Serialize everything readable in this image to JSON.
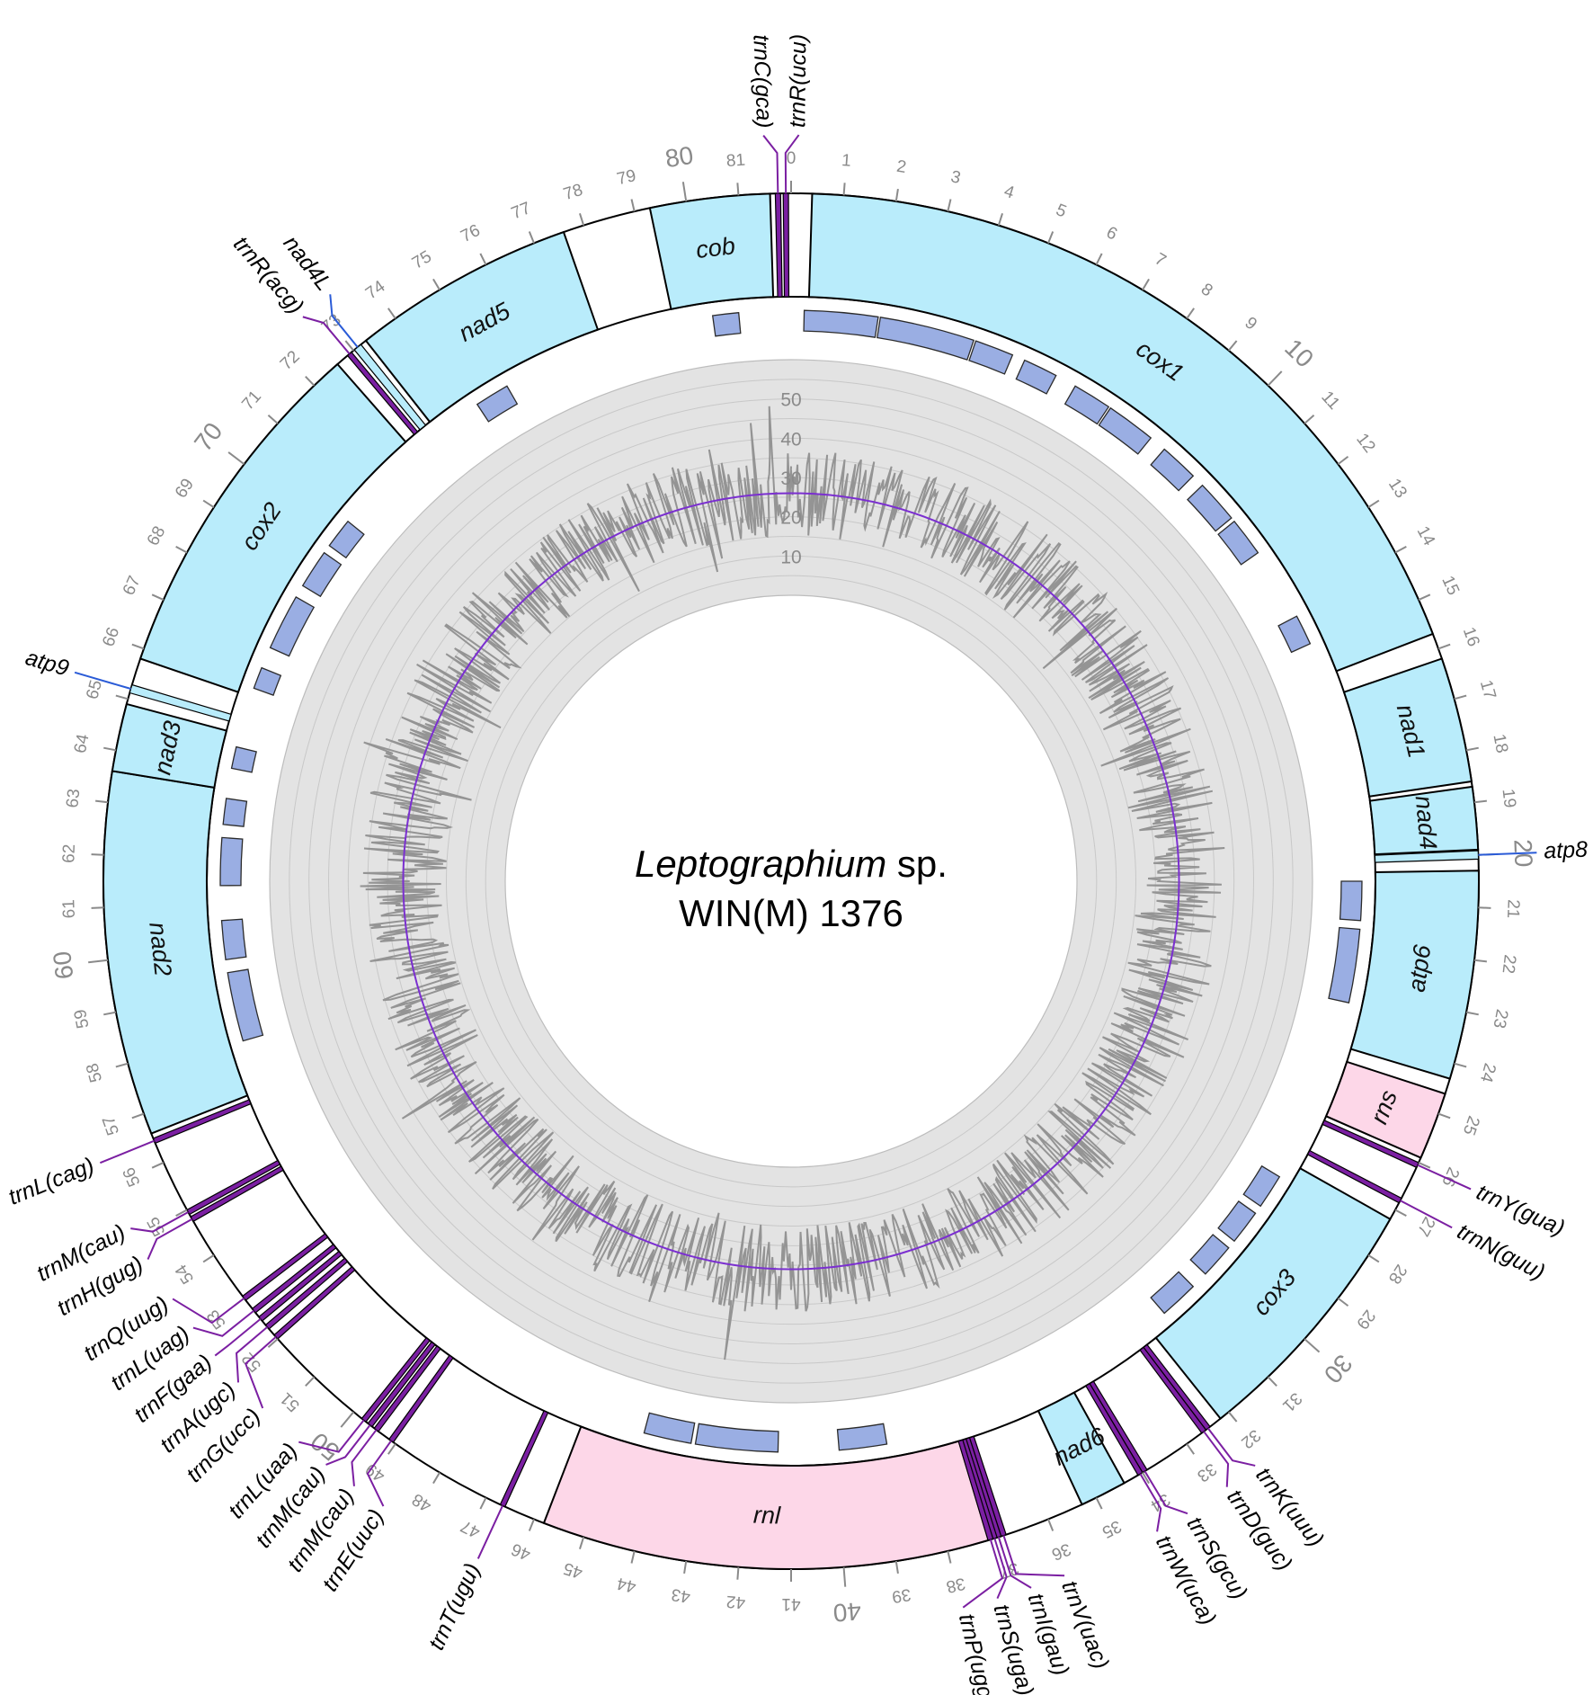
{
  "title": {
    "genus": "Leptographium",
    "suffix": " sp.",
    "strain": "WIN(M) 1376"
  },
  "colors": {
    "protein": "#b9ecfb",
    "rrna": "#fdd7e8",
    "trna_line": "#7b1fa2",
    "orf_line": "#2a5bd7",
    "orf_box": "#9aaee3",
    "gc_ring": "#e3e3e3",
    "gc_line": "#949494",
    "mean_line": "#7b2fd0"
  },
  "map": {
    "total_kb": 82,
    "major_ticks": [
      10,
      20,
      30,
      40,
      50,
      60,
      70,
      80
    ],
    "gc_ring_labels": [
      "50",
      "40",
      "30",
      "20",
      "10"
    ],
    "gc_mean_percent": 26
  },
  "genes": [
    {
      "name": "cox1",
      "start": 0.4,
      "end": 15.7,
      "type": "protein"
    },
    {
      "name": "nad1",
      "start": 16.2,
      "end": 18.6,
      "type": "protein"
    },
    {
      "name": "nad4",
      "start": 18.7,
      "end": 19.9,
      "type": "protein"
    },
    {
      "name": "atp6",
      "start": 20.3,
      "end": 24.3,
      "type": "protein"
    },
    {
      "name": "rns",
      "start": 24.6,
      "end": 25.9,
      "type": "rrna"
    },
    {
      "name": "cox3",
      "start": 27.2,
      "end": 32.2,
      "type": "protein"
    },
    {
      "name": "nad6",
      "start": 34.4,
      "end": 35.3,
      "type": "protein"
    },
    {
      "name": "rnl",
      "start": 37.2,
      "end": 45.8,
      "type": "rrna"
    },
    {
      "name": "nad2",
      "start": 56.6,
      "end": 63.6,
      "type": "protein"
    },
    {
      "name": "nad3",
      "start": 63.6,
      "end": 64.9,
      "type": "protein"
    },
    {
      "name": "cox2",
      "start": 65.8,
      "end": 72.6,
      "type": "protein"
    },
    {
      "name": "nad5",
      "start": 73.3,
      "end": 77.6,
      "type": "protein"
    },
    {
      "name": "cob",
      "start": 79.3,
      "end": 81.6,
      "type": "protein"
    }
  ],
  "orfs": [
    {
      "name": "atp8",
      "pos": 20.0
    },
    {
      "name": "atp9",
      "pos": 65.2
    },
    {
      "name": "nad4L",
      "pos": 73.1
    }
  ],
  "trnas": [
    {
      "name": "trnC(gca)",
      "pos": 81.75
    },
    {
      "name": "trnR(ucu)",
      "pos": 81.9
    },
    {
      "name": "trnY(gua)",
      "pos": 26.05
    },
    {
      "name": "trnN(guu)",
      "pos": 26.8
    },
    {
      "name": "trnK(uuu)",
      "pos": 32.5
    },
    {
      "name": "trnD(guc)",
      "pos": 32.6
    },
    {
      "name": "trnS(gcu)",
      "pos": 33.95
    },
    {
      "name": "trnW(uca)",
      "pos": 34.05
    },
    {
      "name": "trnV(uac)",
      "pos": 36.9
    },
    {
      "name": "trnI(gau)",
      "pos": 37.0
    },
    {
      "name": "trnS(uga)",
      "pos": 37.08
    },
    {
      "name": "trnP(ugg)",
      "pos": 37.16
    },
    {
      "name": "trnT(ugu)",
      "pos": 46.65
    },
    {
      "name": "trnE(uuc)",
      "pos": 49.1
    },
    {
      "name": "trnM(cau)",
      "pos": 49.45
    },
    {
      "name": "trnM(cau)",
      "pos": 49.6
    },
    {
      "name": "trnL(uaa)",
      "pos": 49.75
    },
    {
      "name": "trnG(ucc)",
      "pos": 52.05
    },
    {
      "name": "trnA(ugc)",
      "pos": 52.3
    },
    {
      "name": "trnF(gaa)",
      "pos": 52.5
    },
    {
      "name": "trnL(uag)",
      "pos": 52.7
    },
    {
      "name": "trnQ(uug)",
      "pos": 53.0
    },
    {
      "name": "trnH(gug)",
      "pos": 54.8
    },
    {
      "name": "trnM(cau)",
      "pos": 54.95
    },
    {
      "name": "trnL(cag)",
      "pos": 56.45
    },
    {
      "name": "trnR(acg)",
      "pos": 72.9
    }
  ],
  "introns": [
    {
      "start": 0.3,
      "end": 2.0
    },
    {
      "start": 2.05,
      "end": 4.25
    },
    {
      "start": 4.3,
      "end": 5.2
    },
    {
      "start": 5.5,
      "end": 6.3
    },
    {
      "start": 6.8,
      "end": 7.7
    },
    {
      "start": 7.75,
      "end": 8.9
    },
    {
      "start": 9.3,
      "end": 10.2
    },
    {
      "start": 10.5,
      "end": 11.5
    },
    {
      "start": 11.6,
      "end": 12.5
    },
    {
      "start": 14.2,
      "end": 14.9
    },
    {
      "start": 20.5,
      "end": 21.4
    },
    {
      "start": 21.6,
      "end": 23.3
    },
    {
      "start": 27.6,
      "end": 28.4
    },
    {
      "start": 28.6,
      "end": 29.4
    },
    {
      "start": 29.6,
      "end": 30.4
    },
    {
      "start": 30.8,
      "end": 31.7
    },
    {
      "start": 38.8,
      "end": 39.9
    },
    {
      "start": 41.3,
      "end": 43.2
    },
    {
      "start": 43.3,
      "end": 44.4
    },
    {
      "start": 57.8,
      "end": 59.4
    },
    {
      "start": 59.7,
      "end": 60.6
    },
    {
      "start": 61.4,
      "end": 62.5
    },
    {
      "start": 62.8,
      "end": 63.4
    },
    {
      "start": 64.1,
      "end": 64.6
    },
    {
      "start": 66.0,
      "end": 66.5
    },
    {
      "start": 67.0,
      "end": 68.3
    },
    {
      "start": 68.6,
      "end": 69.5
    },
    {
      "start": 69.7,
      "end": 70.4
    },
    {
      "start": 74.4,
      "end": 75.2
    },
    {
      "start": 80.2,
      "end": 80.8
    }
  ]
}
